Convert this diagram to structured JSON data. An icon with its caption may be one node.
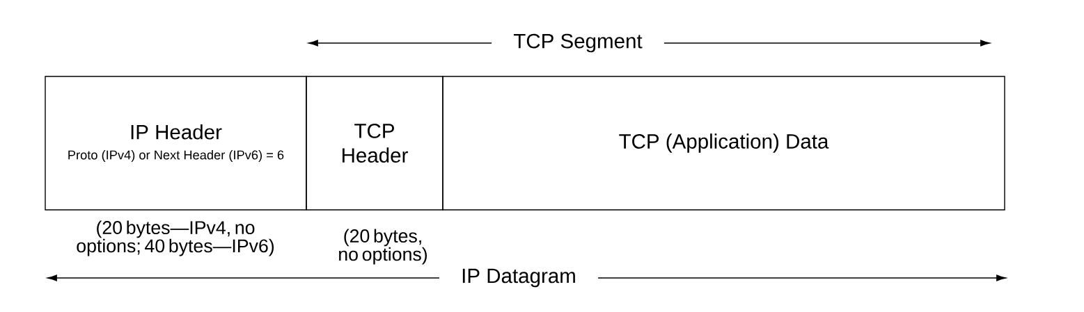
{
  "diagram": {
    "nodes": [
      {
        "text": [
          "IP Header",
          "Proto (IPv4) or Next Header (IPv6) = 6"
        ],
        "beside": [
          "(20 bytes—IPv4, no options; 40 bytes—IPv6)"
        ]
      },
      {
        "text": [
          "TCP Header"
        ],
        "beside": [
          "(20 bytes, no options)"
        ]
      },
      {
        "text": [
          "TCP (Application) Data"
        ]
      }
    ],
    "labels": [
      "TCP Segment",
      "IP Datagram"
    ]
  }
}
